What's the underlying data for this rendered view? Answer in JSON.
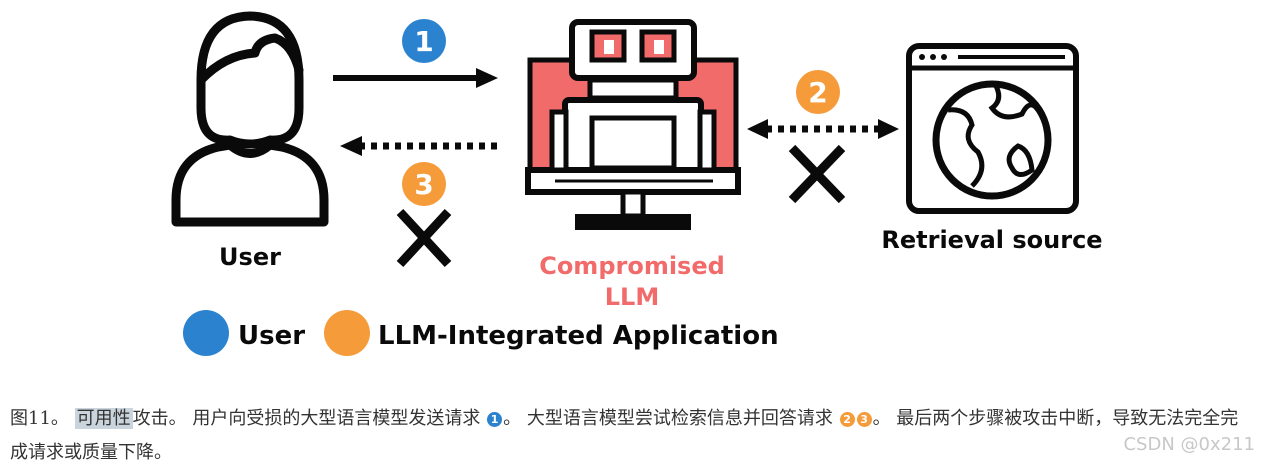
{
  "diagram": {
    "user_label": "User",
    "llm_label_line1": "Compromised",
    "llm_label_line2": "LLM",
    "retrieval_label": "Retrieval source",
    "step1": "1",
    "step2": "2",
    "step3": "3",
    "legend": [
      {
        "label": "User",
        "color": "#2b83d0"
      },
      {
        "label": "LLM-Integrated Application",
        "color": "#f59b3a"
      }
    ],
    "colors": {
      "user_step": "#2b83d0",
      "app_step": "#f59b3a",
      "compromised": "#f26b6b",
      "ink": "#0a0a0a"
    }
  },
  "caption": {
    "prefix": "图11。",
    "highlight": "可用性",
    "part1": "攻击。 用户向受损的大型语言模型发送请求",
    "badge1": "1",
    "part2": "。 大型语言模型尝试检索信息并回答请求",
    "badge2": "2",
    "badge3": "3",
    "part3": "。 最后两个步骤被攻击中断，导致无法完全完成请求或质量下降。"
  },
  "watermark": "CSDN @0x211"
}
